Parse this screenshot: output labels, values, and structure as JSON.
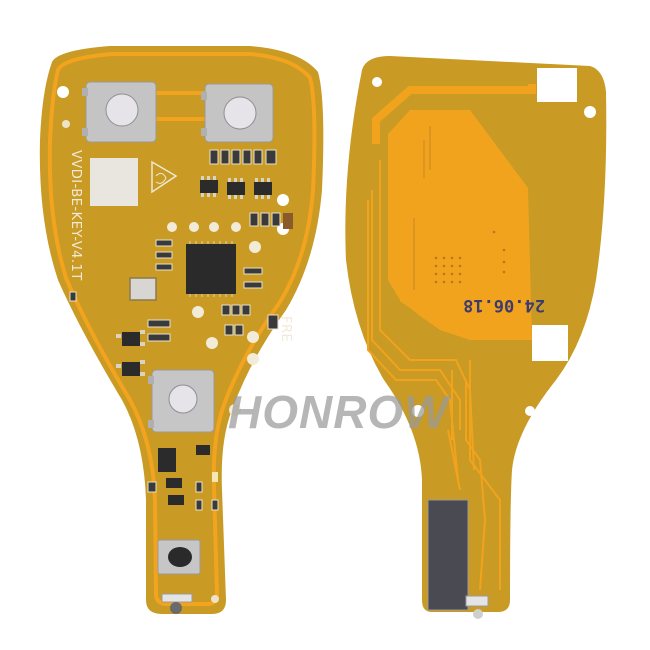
{
  "scene": {
    "description": "Product photo of two yellow flexible PCBs for a car key fob: front side (left) and back side (right)",
    "background": "#ffffff"
  },
  "front_board": {
    "silkscreen_label": "VVDI-BE-KEY-V4.1T",
    "component_label": "FRE",
    "button_count": 3,
    "colors": {
      "substrate": "#c99a24",
      "copper_trace": "#f2a41f",
      "pads": "#e8e2d2",
      "chip": "#2b2b2b",
      "button_body": "#c9c9c9",
      "button_cap": "#e4e2e6"
    }
  },
  "back_board": {
    "date_code": "24.06.18",
    "colors": {
      "substrate": "#c99a24",
      "copper_fill": "#f2a31e",
      "pad_white": "#ffffff",
      "transponder": "#4a4a52"
    }
  },
  "watermark": {
    "text": "HONROW",
    "color": "#9a9a9a"
  }
}
